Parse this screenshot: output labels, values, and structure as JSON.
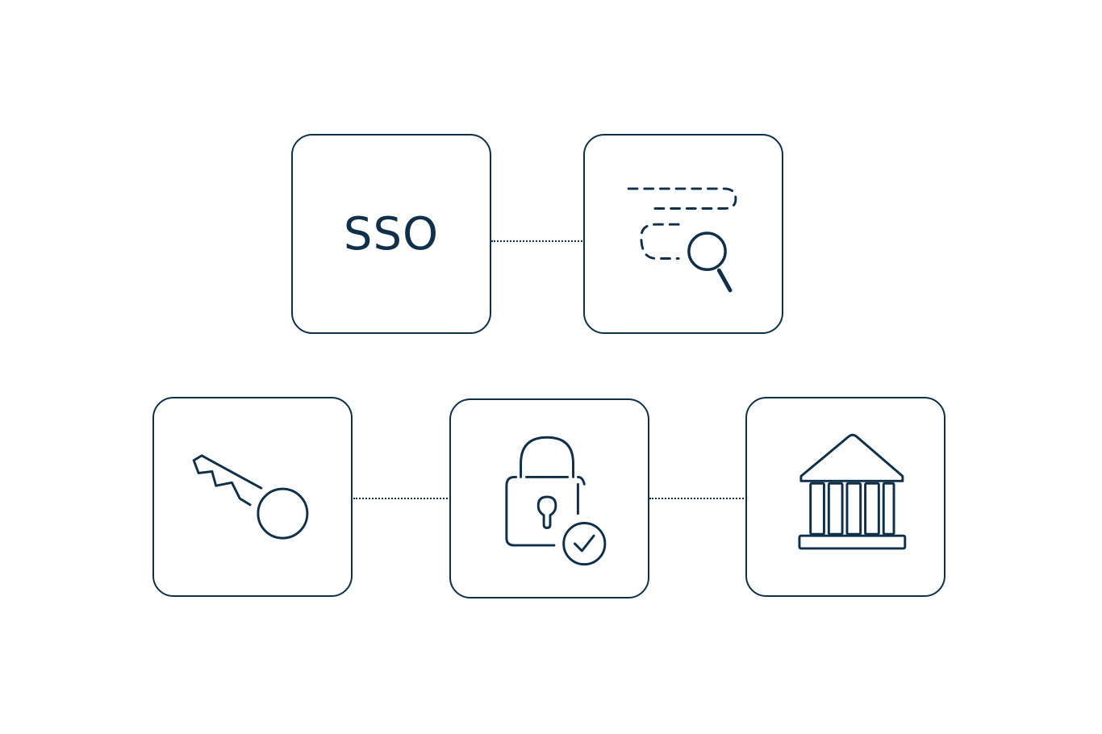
{
  "colors": {
    "stroke": "#0f3048",
    "background": "#ffffff"
  },
  "tiles": {
    "sso": {
      "label": "SSO"
    },
    "search": {
      "icon": "dashed-fields-search-icon"
    },
    "key": {
      "icon": "key-icon"
    },
    "lock": {
      "icon": "lock-check-icon"
    },
    "bank": {
      "icon": "bank-building-icon"
    }
  },
  "connectors": [
    "sso-to-search",
    "key-to-lock",
    "lock-to-bank"
  ]
}
